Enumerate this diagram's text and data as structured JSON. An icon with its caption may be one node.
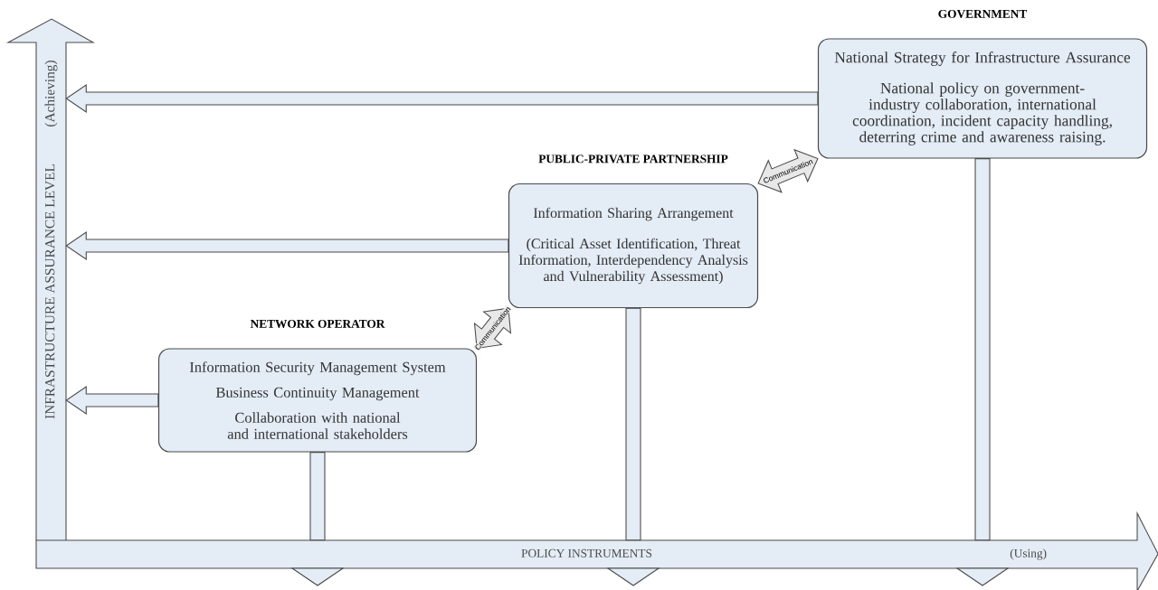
{
  "diagram": {
    "nodes": [
      {
        "text": [
          "INFRASTRUCTURE ASSURANCE LEVEL",
          "(Achieving)"
        ]
      },
      {
        "text": [
          "POLICY INSTRUMENTS",
          "(Using)"
        ]
      },
      {
        "text": [
          "GOVERNMENT",
          "National Strategy for Infrastructure Assurance",
          "National policy on government-industry collaboration, international coordination, incident capacity handling, deterring crime and awareness raising."
        ]
      },
      {
        "text": [
          "PUBLIC-PRIVATE PARTNERSHIP",
          "Information Sharing Arrangement",
          "(Critical Asset Identification, Threat Information, Interdependency Analysis and Vulnerability Assessment)"
        ]
      },
      {
        "text": [
          "NETWORK OPERATOR",
          "Information Security Management System",
          "Business Continuity Management",
          "Collaboration with national and international stakeholders"
        ]
      }
    ],
    "edges": [
      {
        "from": 2,
        "to": 0,
        "arrow": "to"
      },
      {
        "from": 3,
        "to": 0,
        "arrow": "to"
      },
      {
        "from": 4,
        "to": 0,
        "arrow": "to"
      },
      {
        "from": 4,
        "to": 1,
        "arrow": "none"
      },
      {
        "from": 3,
        "to": 1,
        "arrow": "none"
      },
      {
        "from": 2,
        "to": 1,
        "arrow": "none"
      },
      {
        "from": 4,
        "to": 3,
        "arrow": "both",
        "label": "Communication"
      },
      {
        "from": 3,
        "to": 2,
        "arrow": "both",
        "label": "Communication"
      }
    ]
  }
}
